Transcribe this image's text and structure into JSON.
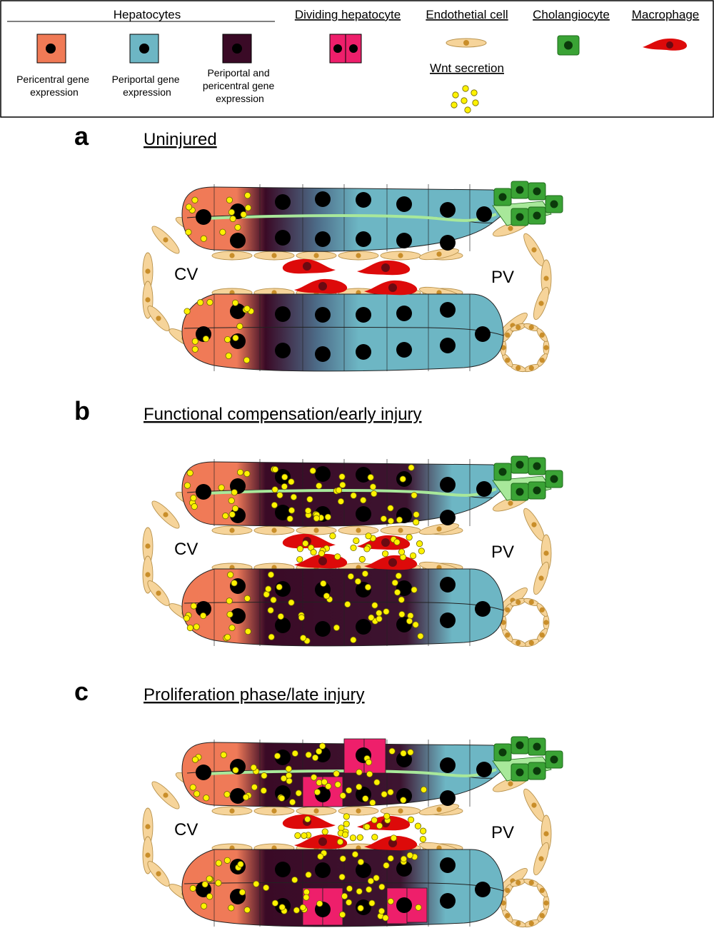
{
  "legend": {
    "hepatocytes_header": "Hepatocytes",
    "pericentral_label": [
      "Pericentral gene",
      "expression"
    ],
    "periportal_label": [
      "Periportal gene",
      "expression"
    ],
    "both_label": [
      "Periportal and",
      "pericentral gene",
      "expression"
    ],
    "dividing": "Dividing hepatocyte",
    "endothelial": "Endothetial cell",
    "wnt": "Wnt secretion",
    "cholangiocyte": "Cholangiocyte",
    "macrophage": "Macrophage"
  },
  "panels": [
    {
      "letter": "a",
      "title": "Uninjured",
      "cv": "CV",
      "pv": "PV",
      "state": "uninjured"
    },
    {
      "letter": "b",
      "title": "Functional compensation/early injury",
      "cv": "CV",
      "pv": "PV",
      "state": "early"
    },
    {
      "letter": "c",
      "title": "Proliferation phase/late injury",
      "cv": "CV",
      "pv": "PV",
      "state": "late"
    }
  ],
  "colors": {
    "pericentral": "#f07a56",
    "periportal": "#6db6c4",
    "both": "#3a0a26",
    "dividing": "#ee1f6b",
    "endothelial": "#f6d49a",
    "endothelial_nucleus": "#c98e2a",
    "wnt": "#fff200",
    "cholangiocyte": "#3aa335",
    "cholangiocyte_light": "#a8e89a",
    "macrophage": "#dd0a0a",
    "macrophage_nucleus": "#6a0a12"
  }
}
